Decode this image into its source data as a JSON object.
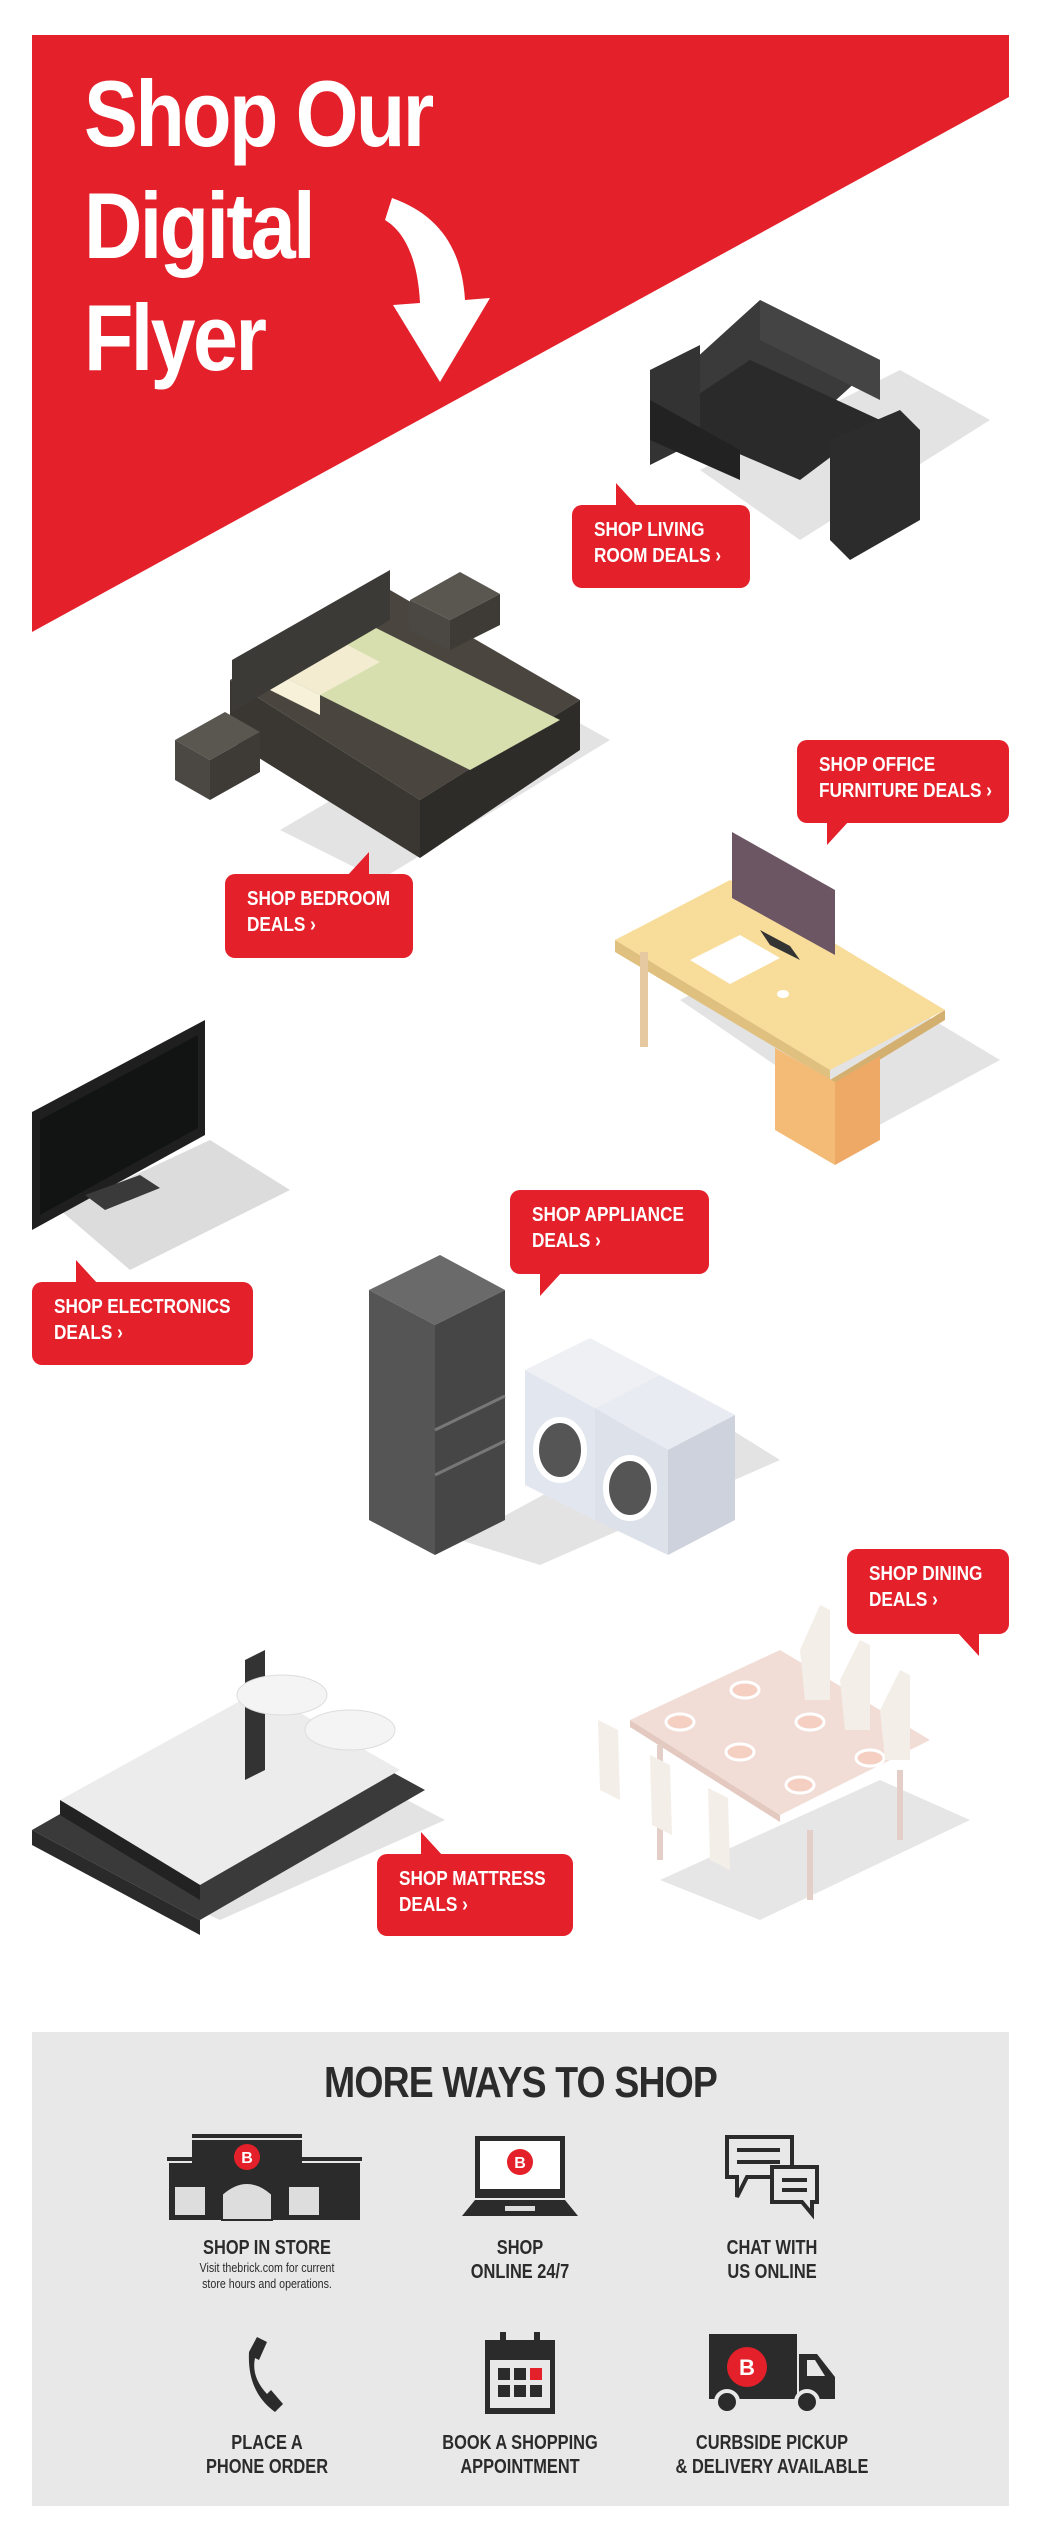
{
  "banner": {
    "title_lines": [
      "Shop Our",
      "Digital",
      "Flyer"
    ],
    "brand_color": "#e4202a"
  },
  "categories": [
    {
      "label_lines": [
        "SHOP LIVING",
        "ROOM DEALS ›"
      ]
    },
    {
      "label_lines": [
        "SHOP BEDROOM",
        "DEALS ›"
      ]
    },
    {
      "label_lines": [
        "SHOP OFFICE",
        "FURNITURE DEALS ›"
      ]
    },
    {
      "label_lines": [
        "SHOP ELECTRONICS",
        "DEALS ›"
      ]
    },
    {
      "label_lines": [
        "SHOP APPLIANCE",
        "DEALS ›"
      ]
    },
    {
      "label_lines": [
        "SHOP DINING",
        "DEALS ›"
      ]
    },
    {
      "label_lines": [
        "SHOP MATTRESS",
        "DEALS ›"
      ]
    }
  ],
  "more_ways": {
    "title": "MORE WAYS TO SHOP",
    "items": [
      {
        "label_lines": [
          "SHOP IN STORE"
        ],
        "sub_lines": [
          "Visit thebrick.com for current",
          "store hours and operations."
        ],
        "icon": "store-icon"
      },
      {
        "label_lines": [
          "SHOP",
          "ONLINE 24/7"
        ],
        "icon": "laptop-icon"
      },
      {
        "label_lines": [
          "CHAT WITH",
          "US ONLINE"
        ],
        "icon": "chat-icon"
      },
      {
        "label_lines": [
          "PLACE A",
          "PHONE ORDER"
        ],
        "icon": "phone-icon"
      },
      {
        "label_lines": [
          "BOOK A SHOPPING",
          "APPOINTMENT"
        ],
        "icon": "calendar-icon"
      },
      {
        "label_lines": [
          "CURBSIDE PICKUP",
          "& DELIVERY AVAILABLE"
        ],
        "icon": "delivery-truck-icon"
      }
    ],
    "logo_letter": "B"
  }
}
